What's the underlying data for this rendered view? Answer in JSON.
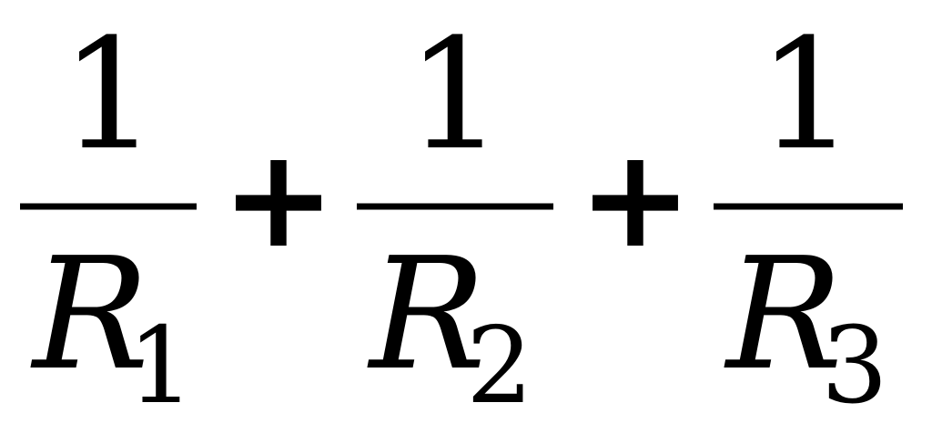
{
  "equation": {
    "terms": [
      {
        "numerator": "1",
        "variable": "R",
        "subscript": "1"
      },
      {
        "numerator": "1",
        "variable": "R",
        "subscript": "2"
      },
      {
        "numerator": "1",
        "variable": "R",
        "subscript": "3"
      }
    ],
    "operators": [
      "+",
      "+"
    ]
  }
}
